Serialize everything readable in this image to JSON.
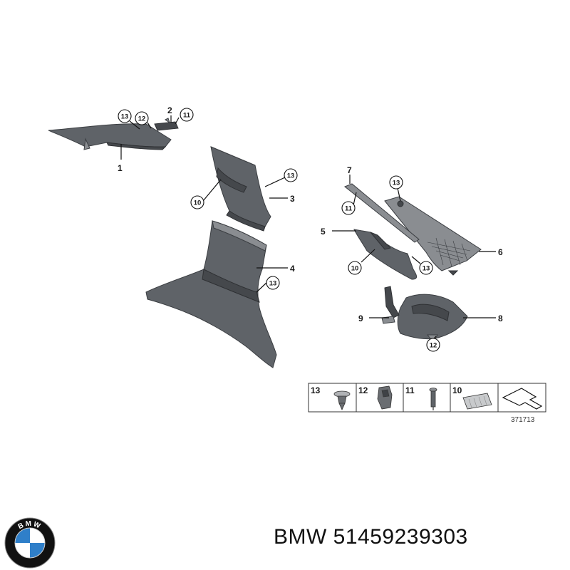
{
  "callouts": {
    "c1": "1",
    "c2": "2",
    "c3": "3",
    "c4": "4",
    "c5": "5",
    "c6": "6",
    "c7": "7",
    "c8": "8",
    "c9": "9",
    "r13a": "13",
    "r12a": "12",
    "r11a": "11",
    "r13b": "13",
    "r10a": "10",
    "r13c": "13",
    "r11b": "11",
    "r10b": "10",
    "r13d": "13",
    "r13e": "13",
    "r12b": "12"
  },
  "legend": {
    "cells": [
      "13",
      "12",
      "11",
      "10"
    ],
    "diagram_number": "371713"
  },
  "footer": {
    "brand": "BMW",
    "part_number": "51459239303"
  },
  "logo": {
    "letters": "BMW",
    "colors": {
      "blue": "#2f7fc9",
      "white": "#ffffff",
      "ring": "#111111"
    }
  }
}
